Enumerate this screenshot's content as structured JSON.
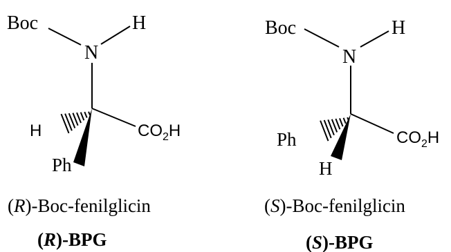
{
  "molecules": [
    {
      "atoms": {
        "boc": "Boc",
        "n": "N",
        "h_n": "H",
        "h_stereo": "H",
        "co2h_main": "CO",
        "co2h_sub": "2",
        "co2h_end": "H",
        "ph": "Ph"
      },
      "caption": {
        "open": "(",
        "config": "R",
        "rest": ")-Boc-fenilglicin"
      },
      "abbrev": {
        "open": "(",
        "config": "R",
        "rest": ")-BPG"
      }
    },
    {
      "atoms": {
        "boc": "Boc",
        "n": "N",
        "h_n": "H",
        "ph": "Ph",
        "h_stereo": "H",
        "co2h_main": "CO",
        "co2h_sub": "2",
        "co2h_end": "H"
      },
      "caption": {
        "open": "(",
        "config": "S",
        "rest": ")-Boc-fenilglicin"
      },
      "abbrev": {
        "open": "(",
        "config": "S",
        "rest": ")-BPG"
      }
    }
  ]
}
